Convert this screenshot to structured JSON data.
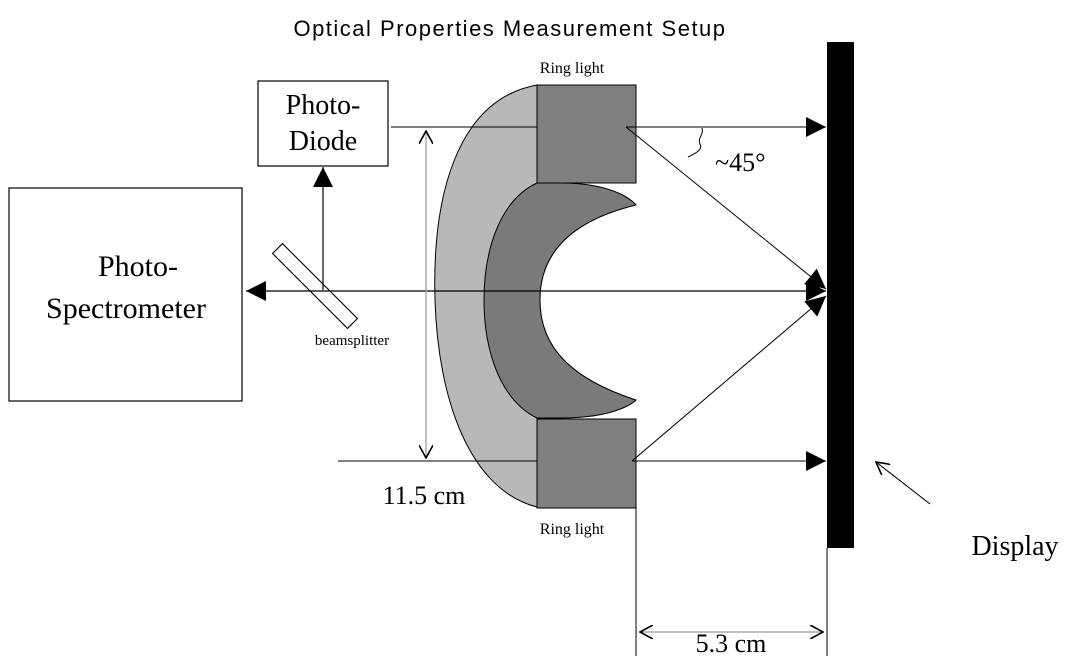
{
  "title": "Optical Properties Measurement Setup",
  "labels": {
    "photodiode_line1": "Photo-",
    "photodiode_line2": "Diode",
    "spectrometer_line1": "Photo-",
    "spectrometer_line2": "Spectrometer",
    "beamsplitter": "beamsplitter",
    "ring_light_top": "Ring light",
    "ring_light_bottom": "Ring light",
    "angle": "~45°",
    "diameter": "11.5 cm",
    "distance": "5.3 cm",
    "display": "Display"
  },
  "colors": {
    "ring_outer": "#b8b8b8",
    "ring_inner": "#7a7a7a",
    "ring_block": "#7f7f7f",
    "display": "#000000",
    "line": "#000000",
    "dimension_line": "#999999"
  }
}
